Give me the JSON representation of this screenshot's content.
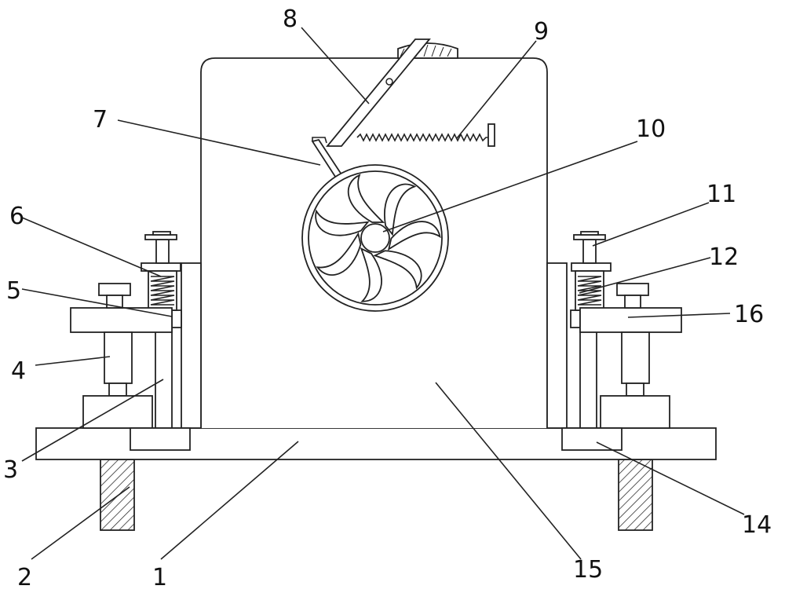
{
  "colors": {
    "stroke": "#222222",
    "background": "#ffffff"
  },
  "labels": {
    "n1": "1",
    "n2": "2",
    "n3": "3",
    "n4": "4",
    "n5": "5",
    "n6": "6",
    "n7": "7",
    "n8": "8",
    "n9": "9",
    "n10": "10",
    "n11": "11",
    "n12": "12",
    "n14": "14",
    "n15": "15",
    "n16": "16"
  }
}
